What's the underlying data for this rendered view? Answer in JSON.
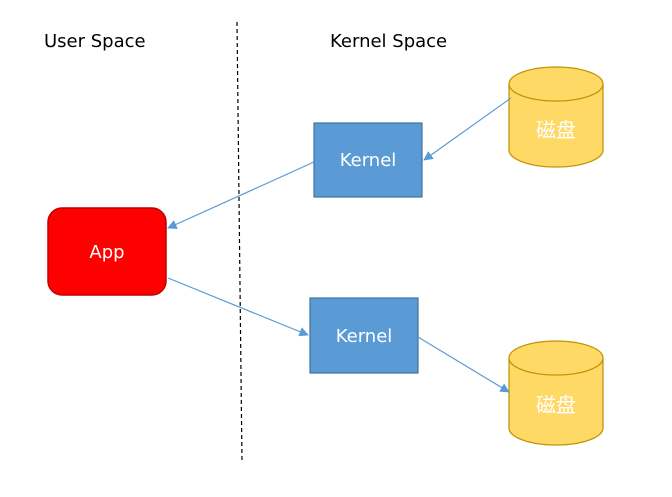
{
  "regions": {
    "user_space": "User Space",
    "kernel_space": "Kernel Space"
  },
  "nodes": {
    "app": "App",
    "kernel_top": "Kernel",
    "kernel_bottom": "Kernel",
    "disk_top": "磁盘",
    "disk_bottom": "磁盘"
  },
  "colors": {
    "app_fill": "#ff0000",
    "app_stroke": "#c00000",
    "kernel_fill": "#5b9bd5",
    "kernel_stroke": "#41719c",
    "disk_fill": "#ffd966",
    "disk_stroke": "#bf9000",
    "arrow": "#5b9bd5",
    "divider": "#000000"
  }
}
